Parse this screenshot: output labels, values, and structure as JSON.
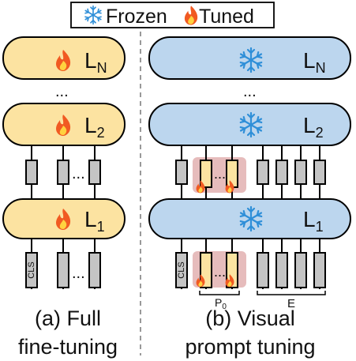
{
  "legend": {
    "frozen_label": "Frozen",
    "tuned_label": "Tuned",
    "frozen_icon": "snowflake-icon",
    "tuned_icon": "flame-icon"
  },
  "panel_a": {
    "layers": [
      {
        "label": "L",
        "sub": "N"
      },
      {
        "label": "L",
        "sub": "2"
      },
      {
        "label": "L",
        "sub": "1"
      }
    ],
    "ellipsis": "...",
    "cls_label": "CLS",
    "caption_line1": "(a) Full",
    "caption_line2": "fine-tuning"
  },
  "panel_b": {
    "layers": [
      {
        "label": "L",
        "sub": "N"
      },
      {
        "label": "L",
        "sub": "2"
      },
      {
        "label": "L",
        "sub": "1"
      }
    ],
    "ellipsis": "...",
    "cls_label": "CLS",
    "prompt_label": "P",
    "prompt_sub": "0",
    "embed_label": "E",
    "caption_line1": "(b) Visual",
    "caption_line2": "prompt tuning"
  },
  "colors": {
    "tuned_fill": "#fce3a1",
    "frozen_fill": "#bcd6ee",
    "token_fill": "#c4c4c4",
    "prompt_token_fill": "#fce3a1",
    "prompt_highlight": "#e6bcbc"
  }
}
